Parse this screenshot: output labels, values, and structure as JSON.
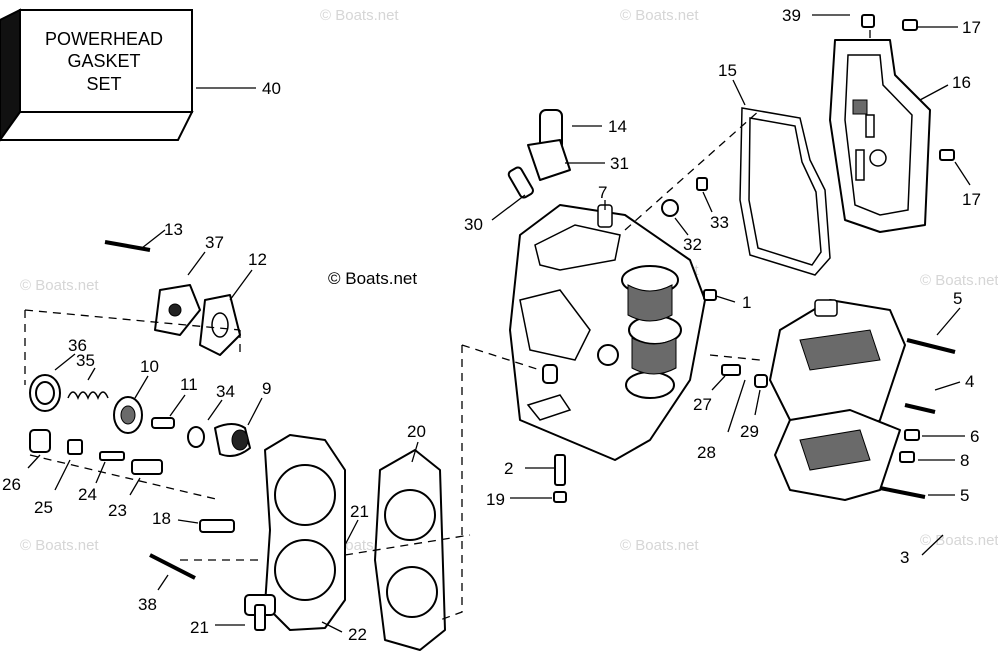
{
  "gasket_box": {
    "lines": [
      "POWERHEAD",
      "GASKET",
      "SET"
    ],
    "callout": "40"
  },
  "watermark_main": "© Boats.net",
  "watermark_faint": "© Boats.net",
  "callouts": [
    "1",
    "2",
    "3",
    "4",
    "5",
    "5",
    "6",
    "7",
    "8",
    "9",
    "10",
    "11",
    "12",
    "13",
    "14",
    "15",
    "16",
    "17",
    "17",
    "18",
    "19",
    "20",
    "21",
    "21",
    "22",
    "23",
    "24",
    "25",
    "26",
    "27",
    "28",
    "29",
    "30",
    "31",
    "32",
    "33",
    "34",
    "35",
    "36",
    "37",
    "38",
    "39"
  ]
}
